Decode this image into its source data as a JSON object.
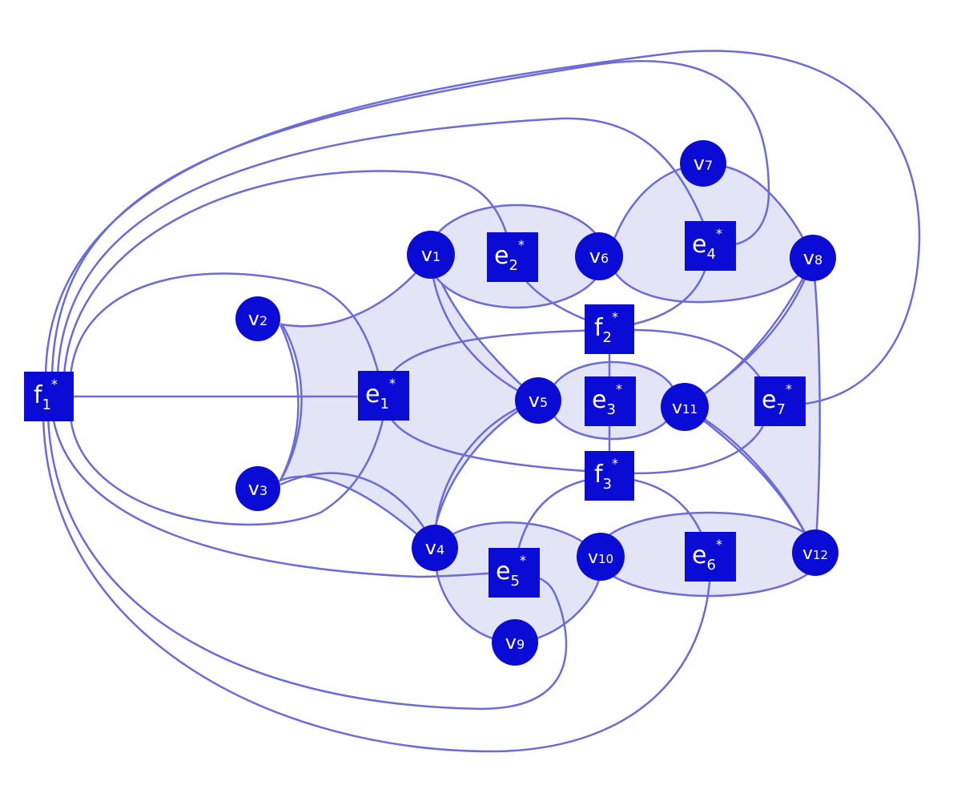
{
  "colors": {
    "node": "#0b0bd6",
    "edge": "#6b6bd9",
    "hyperedge_fill": "#e4e4f7",
    "background": "#ffffff"
  },
  "vertices": [
    {
      "id": "v1",
      "label": "v",
      "sub": "1"
    },
    {
      "id": "v2",
      "label": "v",
      "sub": "2"
    },
    {
      "id": "v3",
      "label": "v",
      "sub": "3"
    },
    {
      "id": "v4",
      "label": "v",
      "sub": "4"
    },
    {
      "id": "v5",
      "label": "v",
      "sub": "5"
    },
    {
      "id": "v6",
      "label": "v",
      "sub": "6"
    },
    {
      "id": "v7",
      "label": "v",
      "sub": "7"
    },
    {
      "id": "v8",
      "label": "v",
      "sub": "8"
    },
    {
      "id": "v9",
      "label": "v",
      "sub": "9"
    },
    {
      "id": "v10",
      "label": "v",
      "sub": "10"
    },
    {
      "id": "v11",
      "label": "v",
      "sub": "11"
    },
    {
      "id": "v12",
      "label": "v",
      "sub": "12"
    }
  ],
  "dual_nodes": [
    {
      "id": "f1",
      "label": "f",
      "sub": "1",
      "sup": "*"
    },
    {
      "id": "f2",
      "label": "f",
      "sub": "2",
      "sup": "*"
    },
    {
      "id": "f3",
      "label": "f",
      "sub": "3",
      "sup": "*"
    },
    {
      "id": "e1",
      "label": "e",
      "sub": "1",
      "sup": "*"
    },
    {
      "id": "e2",
      "label": "e",
      "sub": "2",
      "sup": "*"
    },
    {
      "id": "e3",
      "label": "e",
      "sub": "3",
      "sup": "*"
    },
    {
      "id": "e4",
      "label": "e",
      "sub": "4",
      "sup": "*"
    },
    {
      "id": "e5",
      "label": "e",
      "sub": "5",
      "sup": "*"
    },
    {
      "id": "e6",
      "label": "e",
      "sub": "6",
      "sup": "*"
    },
    {
      "id": "e7",
      "label": "e",
      "sub": "7",
      "sup": "*"
    }
  ],
  "hyperedges": [
    {
      "id": "e1",
      "vertices": [
        "v1",
        "v2",
        "v3",
        "v4"
      ]
    },
    {
      "id": "e2",
      "vertices": [
        "v1",
        "v6"
      ]
    },
    {
      "id": "e3",
      "vertices": [
        "v5",
        "v11"
      ]
    },
    {
      "id": "e4",
      "vertices": [
        "v6",
        "v7",
        "v8"
      ]
    },
    {
      "id": "e5",
      "vertices": [
        "v4",
        "v9",
        "v10"
      ]
    },
    {
      "id": "e6",
      "vertices": [
        "v10",
        "v12"
      ]
    },
    {
      "id": "e7",
      "vertices": [
        "v8",
        "v11",
        "v12"
      ]
    }
  ],
  "dual_edges": [
    {
      "from": "f1",
      "to": "e1"
    },
    {
      "from": "f2",
      "to": "e3"
    },
    {
      "from": "e3",
      "to": "f3"
    }
  ]
}
